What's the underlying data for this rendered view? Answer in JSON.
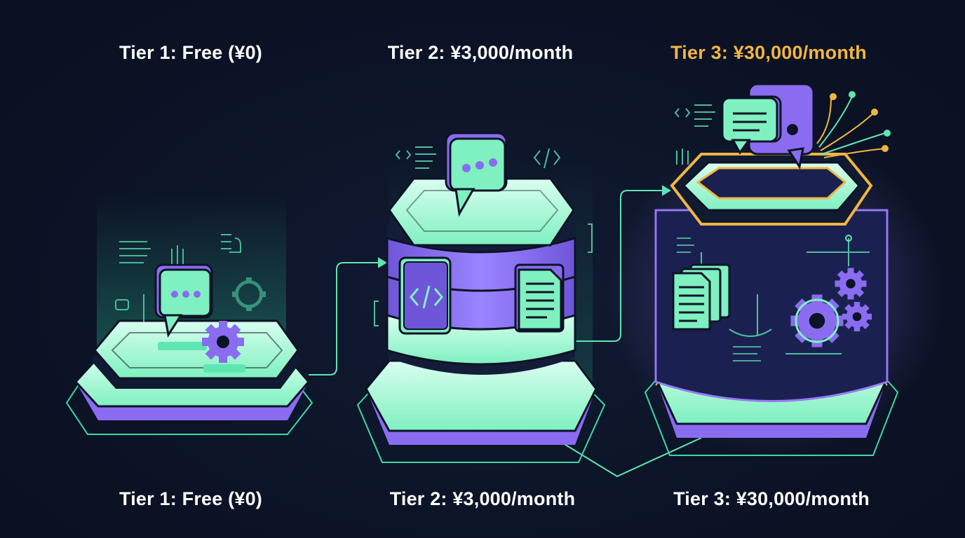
{
  "tiers": [
    {
      "top_label": "Tier 1: Free (¥0)",
      "bottom_label": "Tier 1: Free (¥0)"
    },
    {
      "top_label": "Tier 2: ¥3,000/month",
      "bottom_label": "Tier 2: ¥3,000/month"
    },
    {
      "top_label": "Tier 3: ¥30,000/month",
      "bottom_label": "Tier 3: ¥30,000/month"
    }
  ],
  "colors": {
    "background": "#0c1326",
    "mint": "#7ff0c0",
    "purple": "#8a6cf0",
    "gold": "#f2b543",
    "label": "#ffffff"
  },
  "icons": [
    "chat-bubble-icon",
    "gear-icon",
    "code-icon",
    "document-icon",
    "sliders-icon",
    "network-icon"
  ]
}
